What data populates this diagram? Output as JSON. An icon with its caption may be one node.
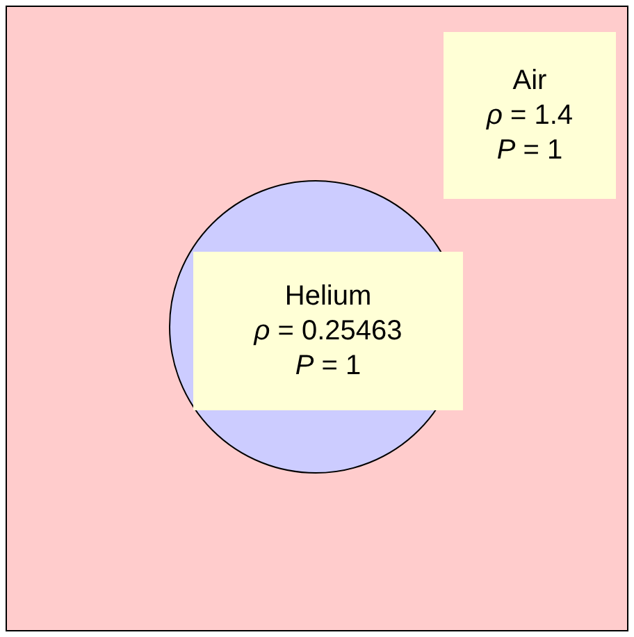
{
  "diagram": {
    "nodes": [
      {
        "text": [],
        "shape": "box"
      },
      {
        "text": [
          "Air",
          "*ρ* = 1.4",
          "*P* = 1"
        ],
        "in": 0
      },
      {
        "text": [],
        "shape": "circle",
        "in": 0
      },
      {
        "text": [
          "Helium",
          "*ρ* = 0.25463",
          "*P* = 1"
        ],
        "in": 2
      }
    ]
  }
}
